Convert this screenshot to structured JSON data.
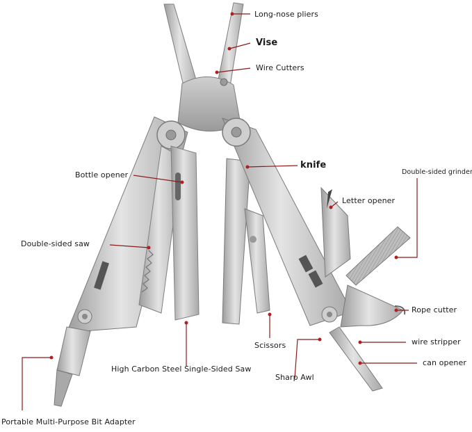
{
  "labels": {
    "long_nose_pliers": "Long-nose pliers",
    "vise": "Vise",
    "wire_cutters": "Wire Cutters",
    "knife": "knife",
    "bottle_opener": "Bottle opener",
    "double_sided_grinder": "Double-sided grinder",
    "letter_opener": "Letter opener",
    "double_sided_saw": "Double-sided saw",
    "rope_cutter": "Rope cutter",
    "wire_stripper": "wire stripper",
    "scissors": "Scissors",
    "high_carbon_saw": "High Carbon Steel Single-Sided Saw",
    "sharp_awl": "Sharp Awl",
    "can_opener": "can opener",
    "bit_adapter": "Portable Multi-Purpose Bit Adapter"
  },
  "colors": {
    "leader_line": "#8b1a1a",
    "leader_dot": "#b02020",
    "steel_light": "#d9d9d9",
    "steel_mid": "#b8b8b8",
    "steel_dark": "#8a8a8a",
    "text": "#1a1a1a"
  }
}
